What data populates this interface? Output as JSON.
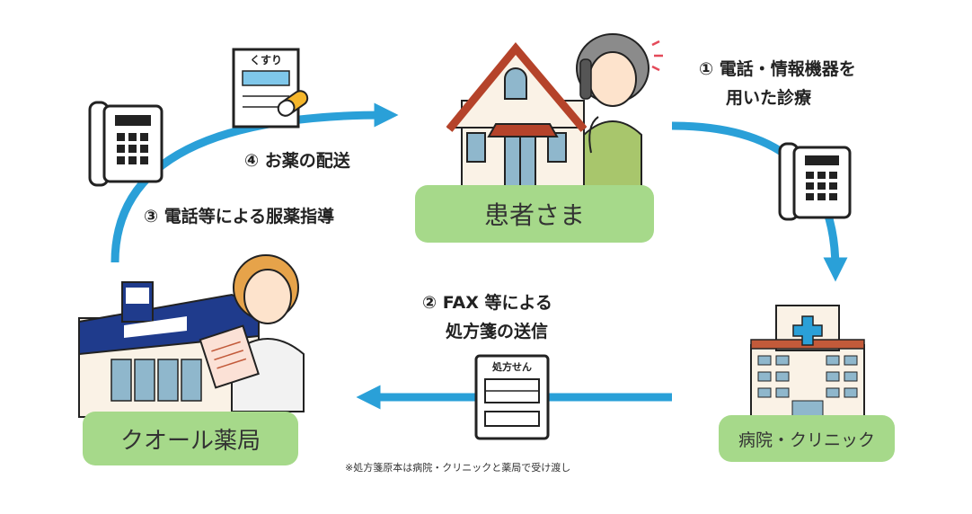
{
  "nodes": {
    "patient": "患者さま",
    "clinic": "病院・クリニック",
    "pharmacy": "クオール薬局"
  },
  "steps": {
    "s1_line1": "① 電話・情報機器を",
    "s1_line2": "用いた診療",
    "s2_line1": "② FAX 等による",
    "s2_line2": "処方箋の送信",
    "s3": "③ 電話等による服薬指導",
    "s4": "④ お薬の配送"
  },
  "props": {
    "medicine_bag": "くすり",
    "prescription": "処方せん"
  },
  "note": "※処方箋原本は病院・クリニックと薬局で受け渡し",
  "colors": {
    "arrow": "#2aa0d8",
    "box_fill": "#a6d98a",
    "roof": "#b5432a",
    "dark": "#222222"
  },
  "icons": [
    "telephone-icon",
    "medicine-bag-icon",
    "house-icon",
    "patient-woman-icon",
    "hospital-icon",
    "pharmacy-store-icon",
    "pharmacist-icon",
    "prescription-icon"
  ]
}
